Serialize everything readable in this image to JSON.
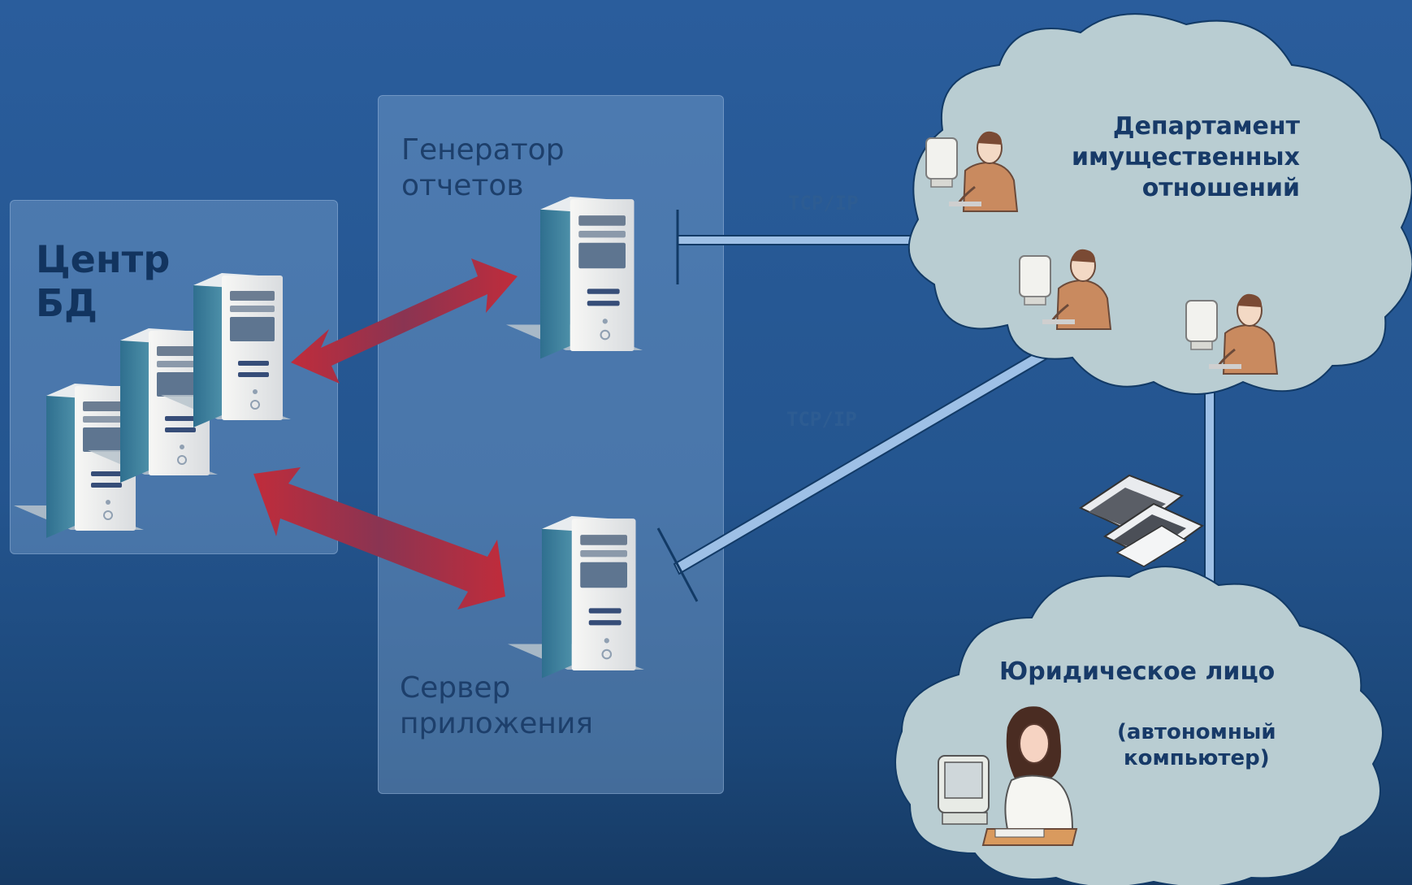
{
  "db_center": {
    "title_line1": "Центр",
    "title_line2": "БД"
  },
  "app_panel": {
    "report_label_line1": "Генератор",
    "report_label_line2": "отчетов",
    "server_label_line1": "Сервер",
    "server_label_line2": "приложения"
  },
  "department": {
    "line1": "Департамент",
    "line2": "имущественных",
    "line3": "отношений"
  },
  "legal_entity": {
    "title": "Юридическое лицо",
    "sub_line1": "(автономный",
    "sub_line2": "компьютер)"
  },
  "connections": {
    "tcp_top": "TCP/IP",
    "tcp_bottom": "TCP/IP"
  },
  "colors": {
    "background": "#24558f",
    "panel": "#7aa3cd",
    "cloud": "#b9cdd2",
    "arrow": "#b52a3a",
    "link": "#8db4df",
    "text_dark": "#173a68"
  }
}
